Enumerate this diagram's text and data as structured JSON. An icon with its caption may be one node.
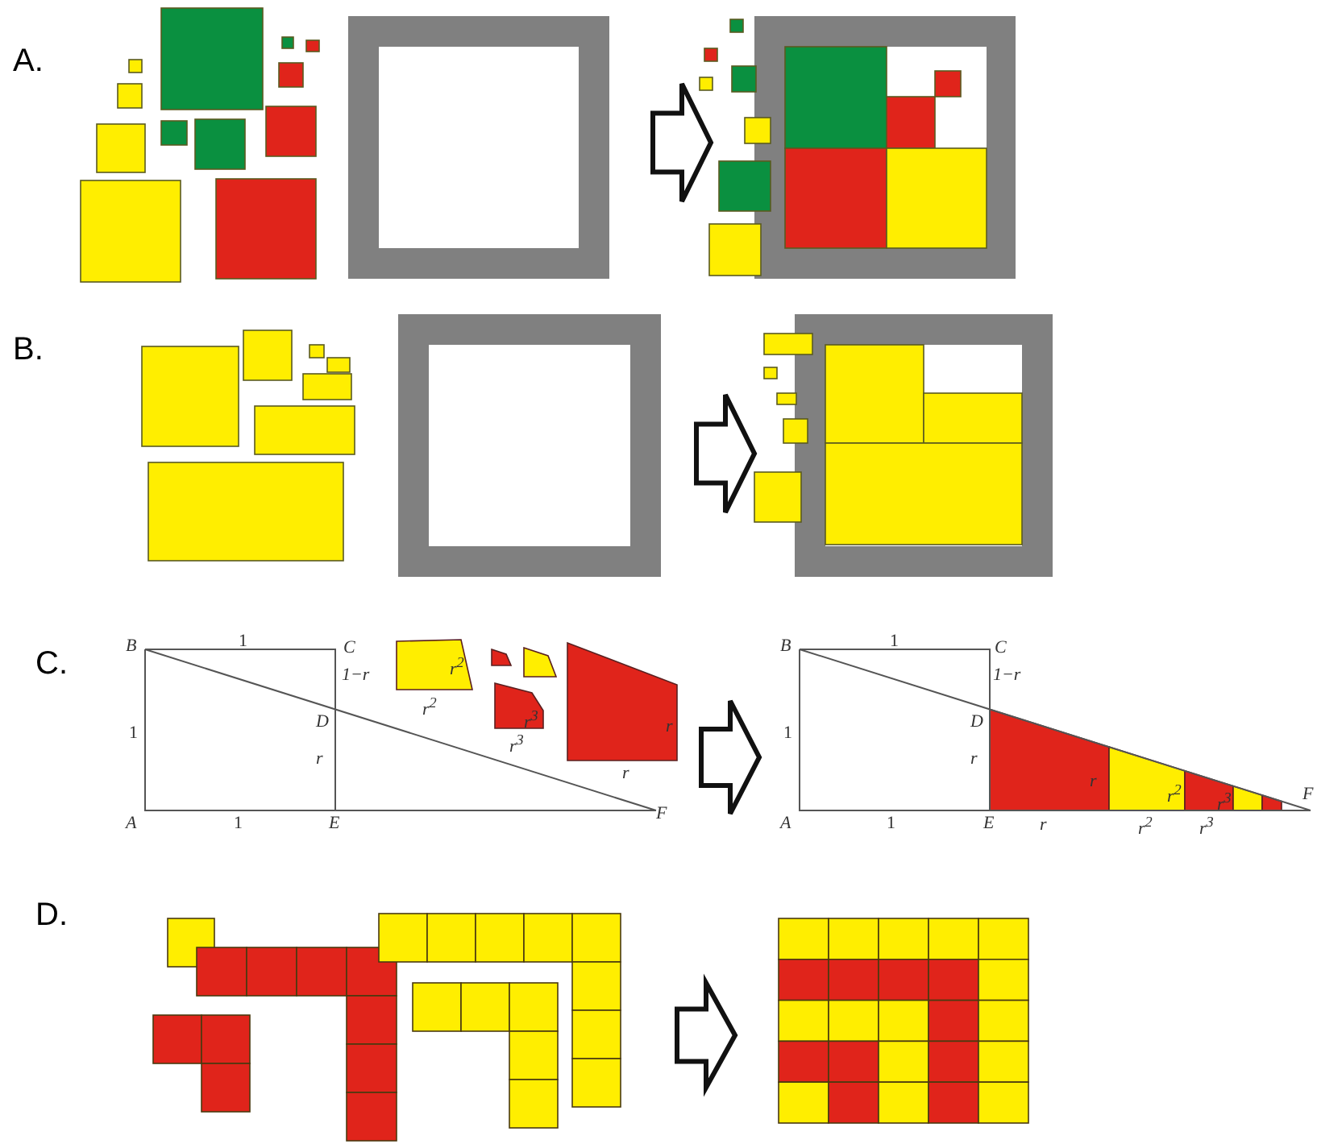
{
  "diagram": {
    "labels": [
      "A.",
      "B.",
      "C.",
      "B",
      "1",
      "C",
      "1−r",
      "D",
      "1",
      "r",
      "r$^{2}$",
      "r$^{2}$",
      "r$^{3}$",
      "r$^{3}$",
      "r",
      "r",
      "A",
      "1",
      "E",
      "F",
      "B",
      "1",
      "C",
      "1−r",
      "D",
      "1",
      "r",
      "r",
      "r$^{2}$",
      "r$^{3}$",
      "A",
      "1",
      "E",
      "r",
      "r$^{2}$",
      "r$^{3}$",
      "F",
      "D."
    ]
  }
}
